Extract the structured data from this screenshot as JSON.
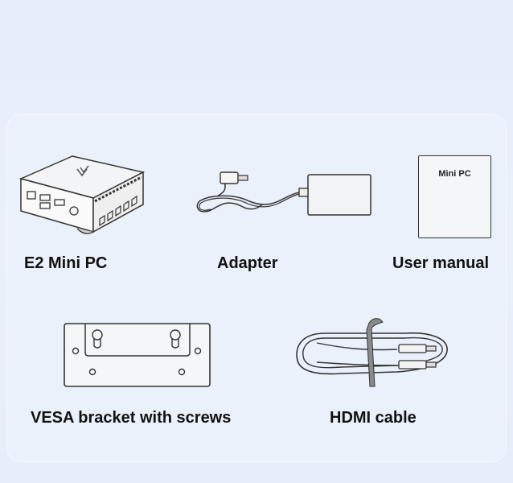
{
  "items": {
    "mini_pc": {
      "label": "E2 Mini PC"
    },
    "adapter": {
      "label": "Adapter"
    },
    "manual": {
      "label": "User manual",
      "cover_text": "Mini PC"
    },
    "bracket": {
      "label": "VESA bracket with screws"
    },
    "hdmi": {
      "label": "HDMI cable"
    }
  }
}
